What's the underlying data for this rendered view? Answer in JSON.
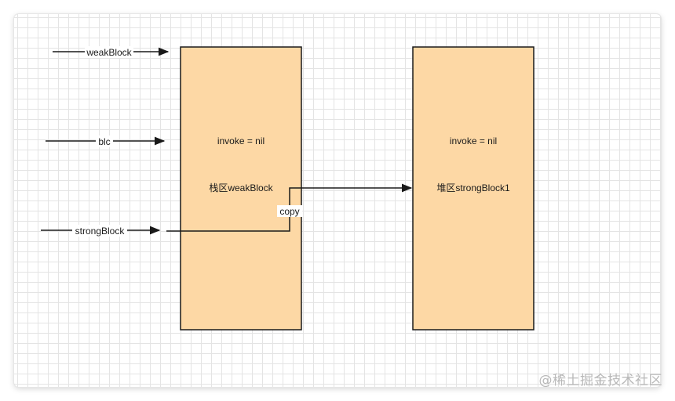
{
  "diagram": {
    "pointers": {
      "weak_block": "weakBlock",
      "blc": "blc",
      "strong_block": "strongBlock"
    },
    "stack_box": {
      "invoke_text": "invoke = nil",
      "name": "栈区weakBlock"
    },
    "heap_box": {
      "invoke_text": "invoke = nil",
      "name": "堆区strongBlock1"
    },
    "copy_label": "copy"
  },
  "watermark": "@稀土掘金技术社区",
  "colors": {
    "box_fill": "#fdd8a5",
    "stroke": "#1a1a1a",
    "grid": "#e4e4e4"
  }
}
